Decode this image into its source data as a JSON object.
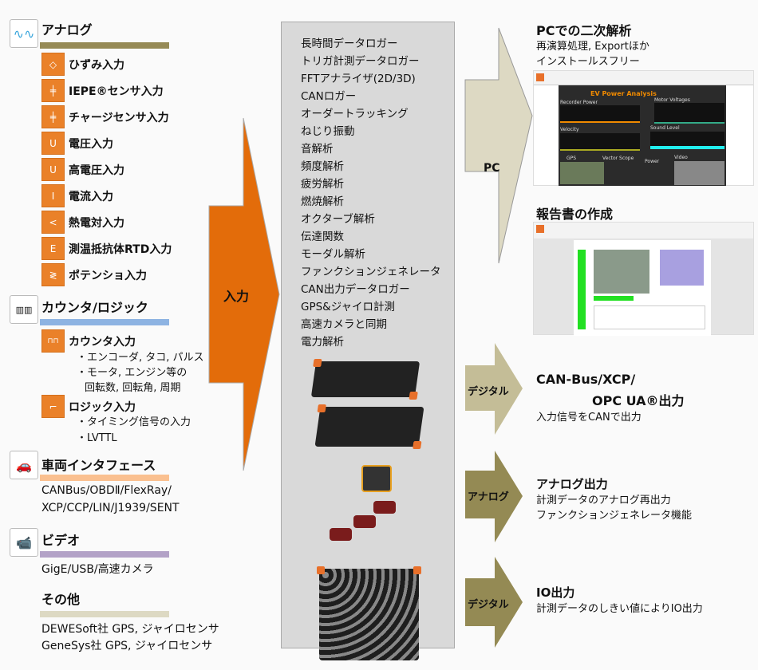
{
  "left": {
    "analog": {
      "title": "アナログ",
      "icon": "waveform-icon",
      "color": "#968a55",
      "items": [
        {
          "label": "ひずみ入力",
          "icon": "bridge-icon",
          "glyph": "◇"
        },
        {
          "label": "IEPE®センサ入力",
          "icon": "sensor-icon",
          "glyph": "╪"
        },
        {
          "label": "チャージセンサ入力",
          "icon": "sensor-icon",
          "glyph": "╪"
        },
        {
          "label": "電圧入力",
          "icon": "voltage-icon",
          "glyph": "U"
        },
        {
          "label": "高電圧入力",
          "icon": "voltage-icon",
          "glyph": "U"
        },
        {
          "label": "電流入力",
          "icon": "current-icon",
          "glyph": "I"
        },
        {
          "label": "熱電対入力",
          "icon": "thermocouple-icon",
          "glyph": "<"
        },
        {
          "label": "測温抵抗体RTD入力",
          "icon": "rtd-icon",
          "glyph": "E"
        },
        {
          "label": "ポテンショ入力",
          "icon": "potentiometer-icon",
          "glyph": "≷"
        }
      ]
    },
    "counter": {
      "title": "カウンタ/ロジック",
      "icon": "counter-icon",
      "color": "#8db3e2",
      "counter_input": {
        "label": "カウンタ入力",
        "glyph": "⊓⊓",
        "lines": [
          "・エンコーダ, タコ, パルス",
          "・モータ, エンジン等の",
          "回転数, 回転角, 周期"
        ]
      },
      "logic_input": {
        "label": "ロジック入力",
        "glyph": "⌐",
        "lines": [
          "・タイミング信号の入力",
          "・LVTTL"
        ]
      }
    },
    "vehicle": {
      "title": "車両インタフェース",
      "icon": "car-icon",
      "color": "#fac090",
      "lines": [
        "CANBus/OBDⅡ/FlexRay/",
        "XCP/CCP/LIN/J1939/SENT"
      ]
    },
    "video": {
      "title": "ビデオ",
      "icon": "camera-icon",
      "color": "#b3a2c7",
      "lines": [
        "GigE/USB/高速カメラ"
      ]
    },
    "other": {
      "title": "その他",
      "color": "#ddd9c3",
      "lines": [
        "DEWESoft社 GPS, ジャイロセンサ",
        "GeneSys社 GPS, ジャイロセンサ"
      ]
    }
  },
  "input_arrow": {
    "label": "入力",
    "color": "#e36c0a"
  },
  "center": {
    "items": [
      "長時間データロガー",
      "トリガ計測データロガー",
      "FFTアナライザ(2D/3D)",
      "CANロガー",
      "オーダートラッキング",
      "ねじり振動",
      "音解析",
      "頻度解析",
      "疲労解析",
      "燃焼解析",
      "オクターブ解析",
      "伝達関数",
      "モーダル解析",
      "ファンクションジェネレータ",
      "CAN出力データロガー",
      "GPS&ジャイロ計測",
      "高速カメラと同期",
      "電力解析"
    ]
  },
  "outputs": {
    "pc": {
      "arrow": "PC",
      "title": "PCでの二次解析",
      "lines": [
        "再演算処理, Exportほか",
        "インストールスフリー"
      ],
      "screen": {
        "title": "EV Power Analysis",
        "panels": [
          "Recorder Power",
          "Motor Voltages",
          "Velocity",
          "Sound Level",
          "GPS",
          "Vector Scope",
          "Power",
          "Video"
        ]
      },
      "report_title": "報告書の作成"
    },
    "can": {
      "arrow": "デジタル",
      "title1": "CAN-Bus/XCP/",
      "title2": "OPC UA®出力",
      "lines": [
        "入力信号をCANで出力"
      ]
    },
    "analog": {
      "arrow": "アナログ",
      "title": "アナログ出力",
      "lines": [
        "計測データのアナログ再出力",
        "ファンクションジェネレータ機能"
      ]
    },
    "io": {
      "arrow": "デジタル",
      "title": "IO出力",
      "lines": [
        "計測データのしきい値によりIO出力"
      ]
    }
  },
  "colors": {
    "light_arrow": "#ddd9c3",
    "mid_arrow": "#c4bd97",
    "dark_arrow": "#948a54"
  }
}
